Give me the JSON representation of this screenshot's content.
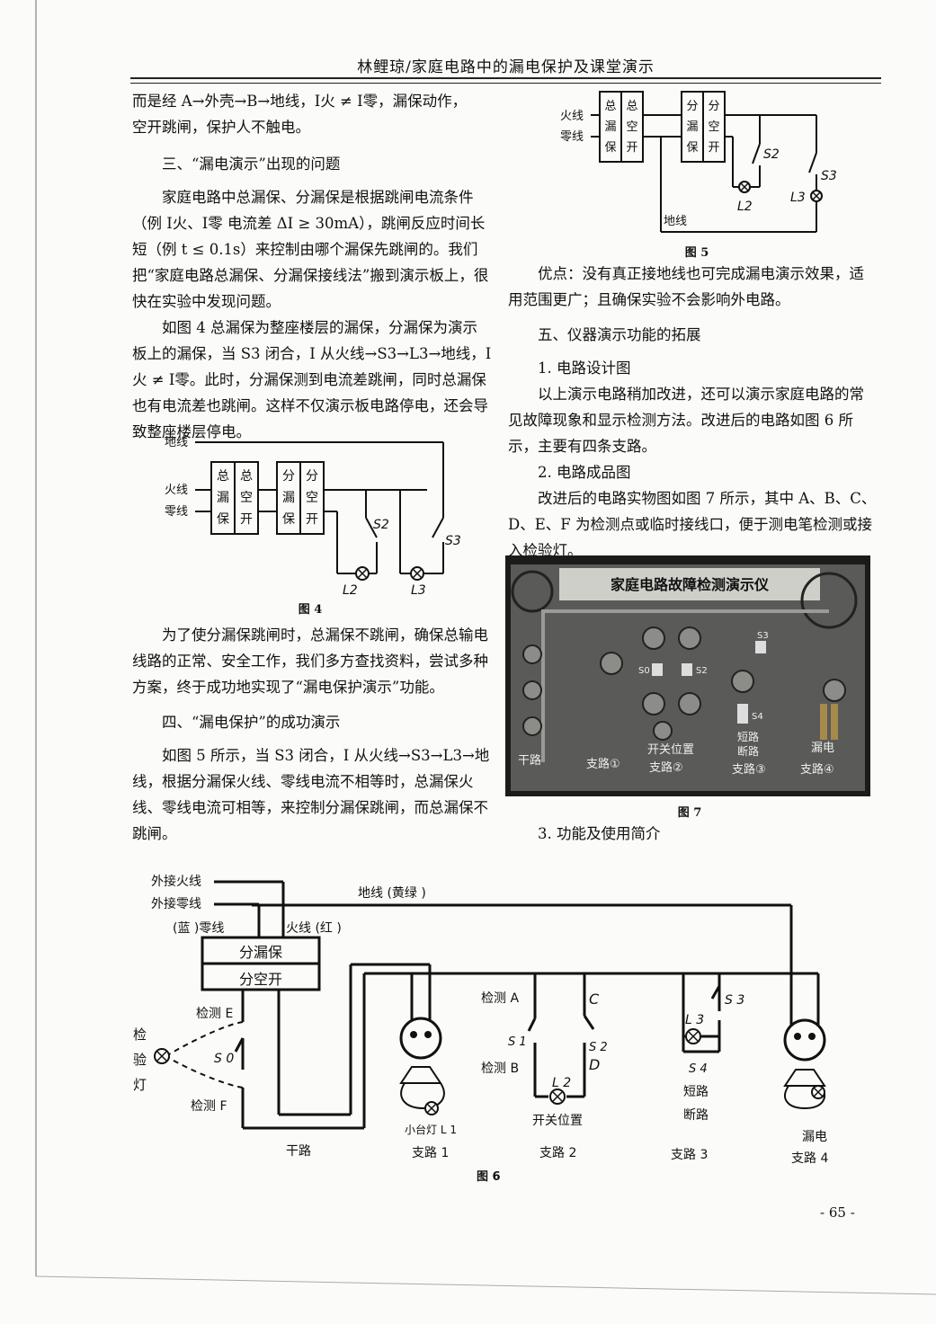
{
  "header": "林鲤琼/家庭电路中的漏电保护及课堂演示",
  "left": {
    "p_cont1": "而是经 A→外壳→B→地线，I火 ≠ I零，漏保动作，",
    "p_cont2": "空开跳闸，保护人不触电。",
    "s3_title": "三、“漏电演示”出现的问题",
    "p1": "家庭电路中总漏保、分漏保是根据跳闸电流条件（例 I火、I零 电流差 ΔI ≥ 30mA），跳闸反应时间长短（例 t ≤ 0.1s）来控制由哪个漏保先跳闸的。我们把“家庭电路总漏保、分漏保接线法”搬到演示板上，很快在实验中发现问题。",
    "p2": "如图 4 总漏保为整座楼层的漏保，分漏保为演示板上的漏保，当 S3 闭合，I 从火线→S3→L3→地线，I火 ≠ I零。此时，分漏保测到电流差跳闸，同时总漏保也有电流差也跳闸。这样不仅演示板电路停电，还会导致整座楼层停电。",
    "fig4_caption": "图 4",
    "p3": "为了使分漏保跳闸时，总漏保不跳闸，确保总输电线路的正常、安全工作，我们多方查找资料，尝试多种方案，终于成功地实现了“漏电保护演示”功能。",
    "s4_title": "四、“漏电保护”的成功演示",
    "p4": "如图 5 所示，当 S3 闭合，I 从火线→S3→L3→地线，根据分漏保火线、零线电流不相等时，总漏保火线、零线电流可相等，来控制分漏保跳闸，而总漏保不跳闸。"
  },
  "right": {
    "fig5_caption": "图 5",
    "p5": "优点：没有真正接地线也可完成漏电演示效果，适用范围更广；且确保实验不会影响外电路。",
    "s5_title": "五、仪器演示功能的拓展",
    "sub1": "1.  电路设计图",
    "p6": "以上演示电路稍加改进，还可以演示家庭电路的常见故障现象和显示检测方法。改进后的电路如图 6 所示，主要有四条支路。",
    "sub2": "2.  电路成品图",
    "p7": "改进后的电路实物图如图 7 所示，其中 A、B、C、D、E、F 为检测点或临时接线口，便于测电笔检测或接入检验灯。",
    "fig7_caption": "图 7",
    "sub3": "3.  功能及使用简介"
  },
  "fig4": {
    "ground": "地线",
    "live": "火线",
    "neutral": "零线",
    "box1": [
      "总",
      "漏",
      "保"
    ],
    "box2": [
      "总",
      "空",
      "开"
    ],
    "box3": [
      "分",
      "漏",
      "保"
    ],
    "box4": [
      "分",
      "空",
      "开"
    ],
    "s2": "S2",
    "s3": "S3",
    "l2": "L2",
    "l3": "L3"
  },
  "fig5": {
    "live": "火线",
    "neutral": "零线",
    "ground": "地线",
    "box1": [
      "总",
      "漏",
      "保"
    ],
    "box2": [
      "总",
      "空",
      "开"
    ],
    "box3": [
      "分",
      "漏",
      "保"
    ],
    "box4": [
      "分",
      "空",
      "开"
    ],
    "s2": "S2",
    "s3": "S3",
    "l2": "L2",
    "l3": "L3"
  },
  "fig7": {
    "title": "家庭电路故障检测演示仪",
    "labels": [
      "干路",
      "支路①",
      "开关位置",
      "支路②",
      "短路",
      "断路",
      "支路③",
      "漏电",
      "支路④"
    ],
    "switches": [
      "S0",
      "S2",
      "S3",
      "S4"
    ]
  },
  "fig6": {
    "ext_live": "外接火线",
    "ext_neutral": "外接零线",
    "ground": "地线 (黄绿 )",
    "blue_neutral": "(蓝 )零线",
    "red_live": "火线 (红 )",
    "box_top": "分漏保",
    "box_bottom": "分空开",
    "detect_e": "检测 E",
    "detect_f": "检测 F",
    "s0": "S 0",
    "test_lamp": [
      "检",
      "验",
      "灯"
    ],
    "detect_a": "检测 A",
    "detect_b": "检测 B",
    "c": "C",
    "d": "D",
    "s1": "S 1",
    "s2": "S 2",
    "l2": "L 2",
    "switch_pos": "开关位置",
    "l3": "L 3",
    "s3": "S 3",
    "s4": "S 4",
    "short": "短路",
    "open": "断路",
    "lamp": "小台灯  L 1",
    "leak": "漏电",
    "main": "干路",
    "b1": "支路  1",
    "b2": "支路  2",
    "b3": "支路  3",
    "b4": "支路  4",
    "caption": "图 6"
  },
  "page_number": "- 65 -"
}
